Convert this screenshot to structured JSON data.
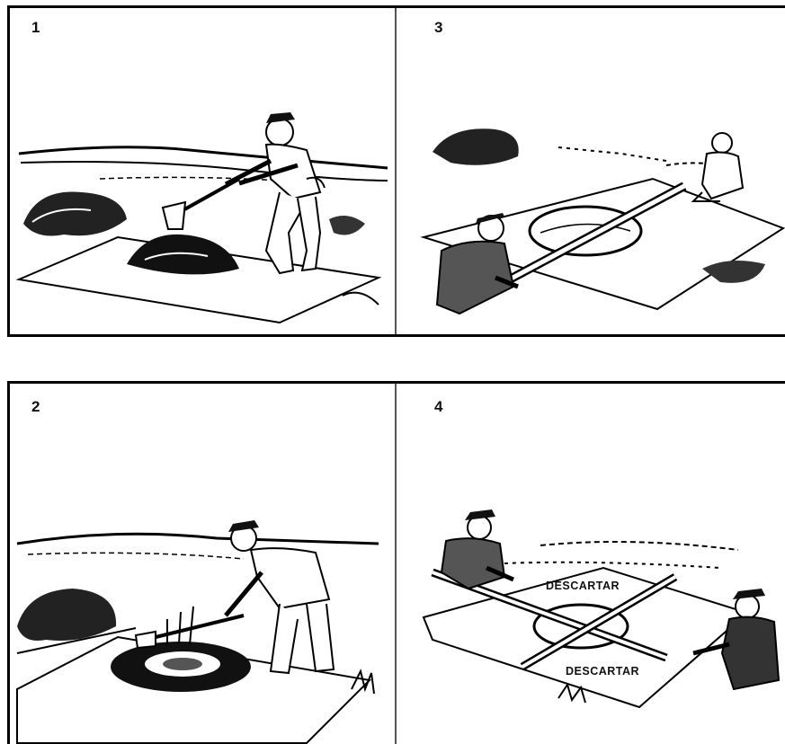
{
  "panels": [
    {
      "number": "1"
    },
    {
      "number": "3"
    },
    {
      "number": "2"
    },
    {
      "number": "4",
      "labels": [
        "DESCARTAR",
        "DESCARTAR"
      ]
    }
  ]
}
